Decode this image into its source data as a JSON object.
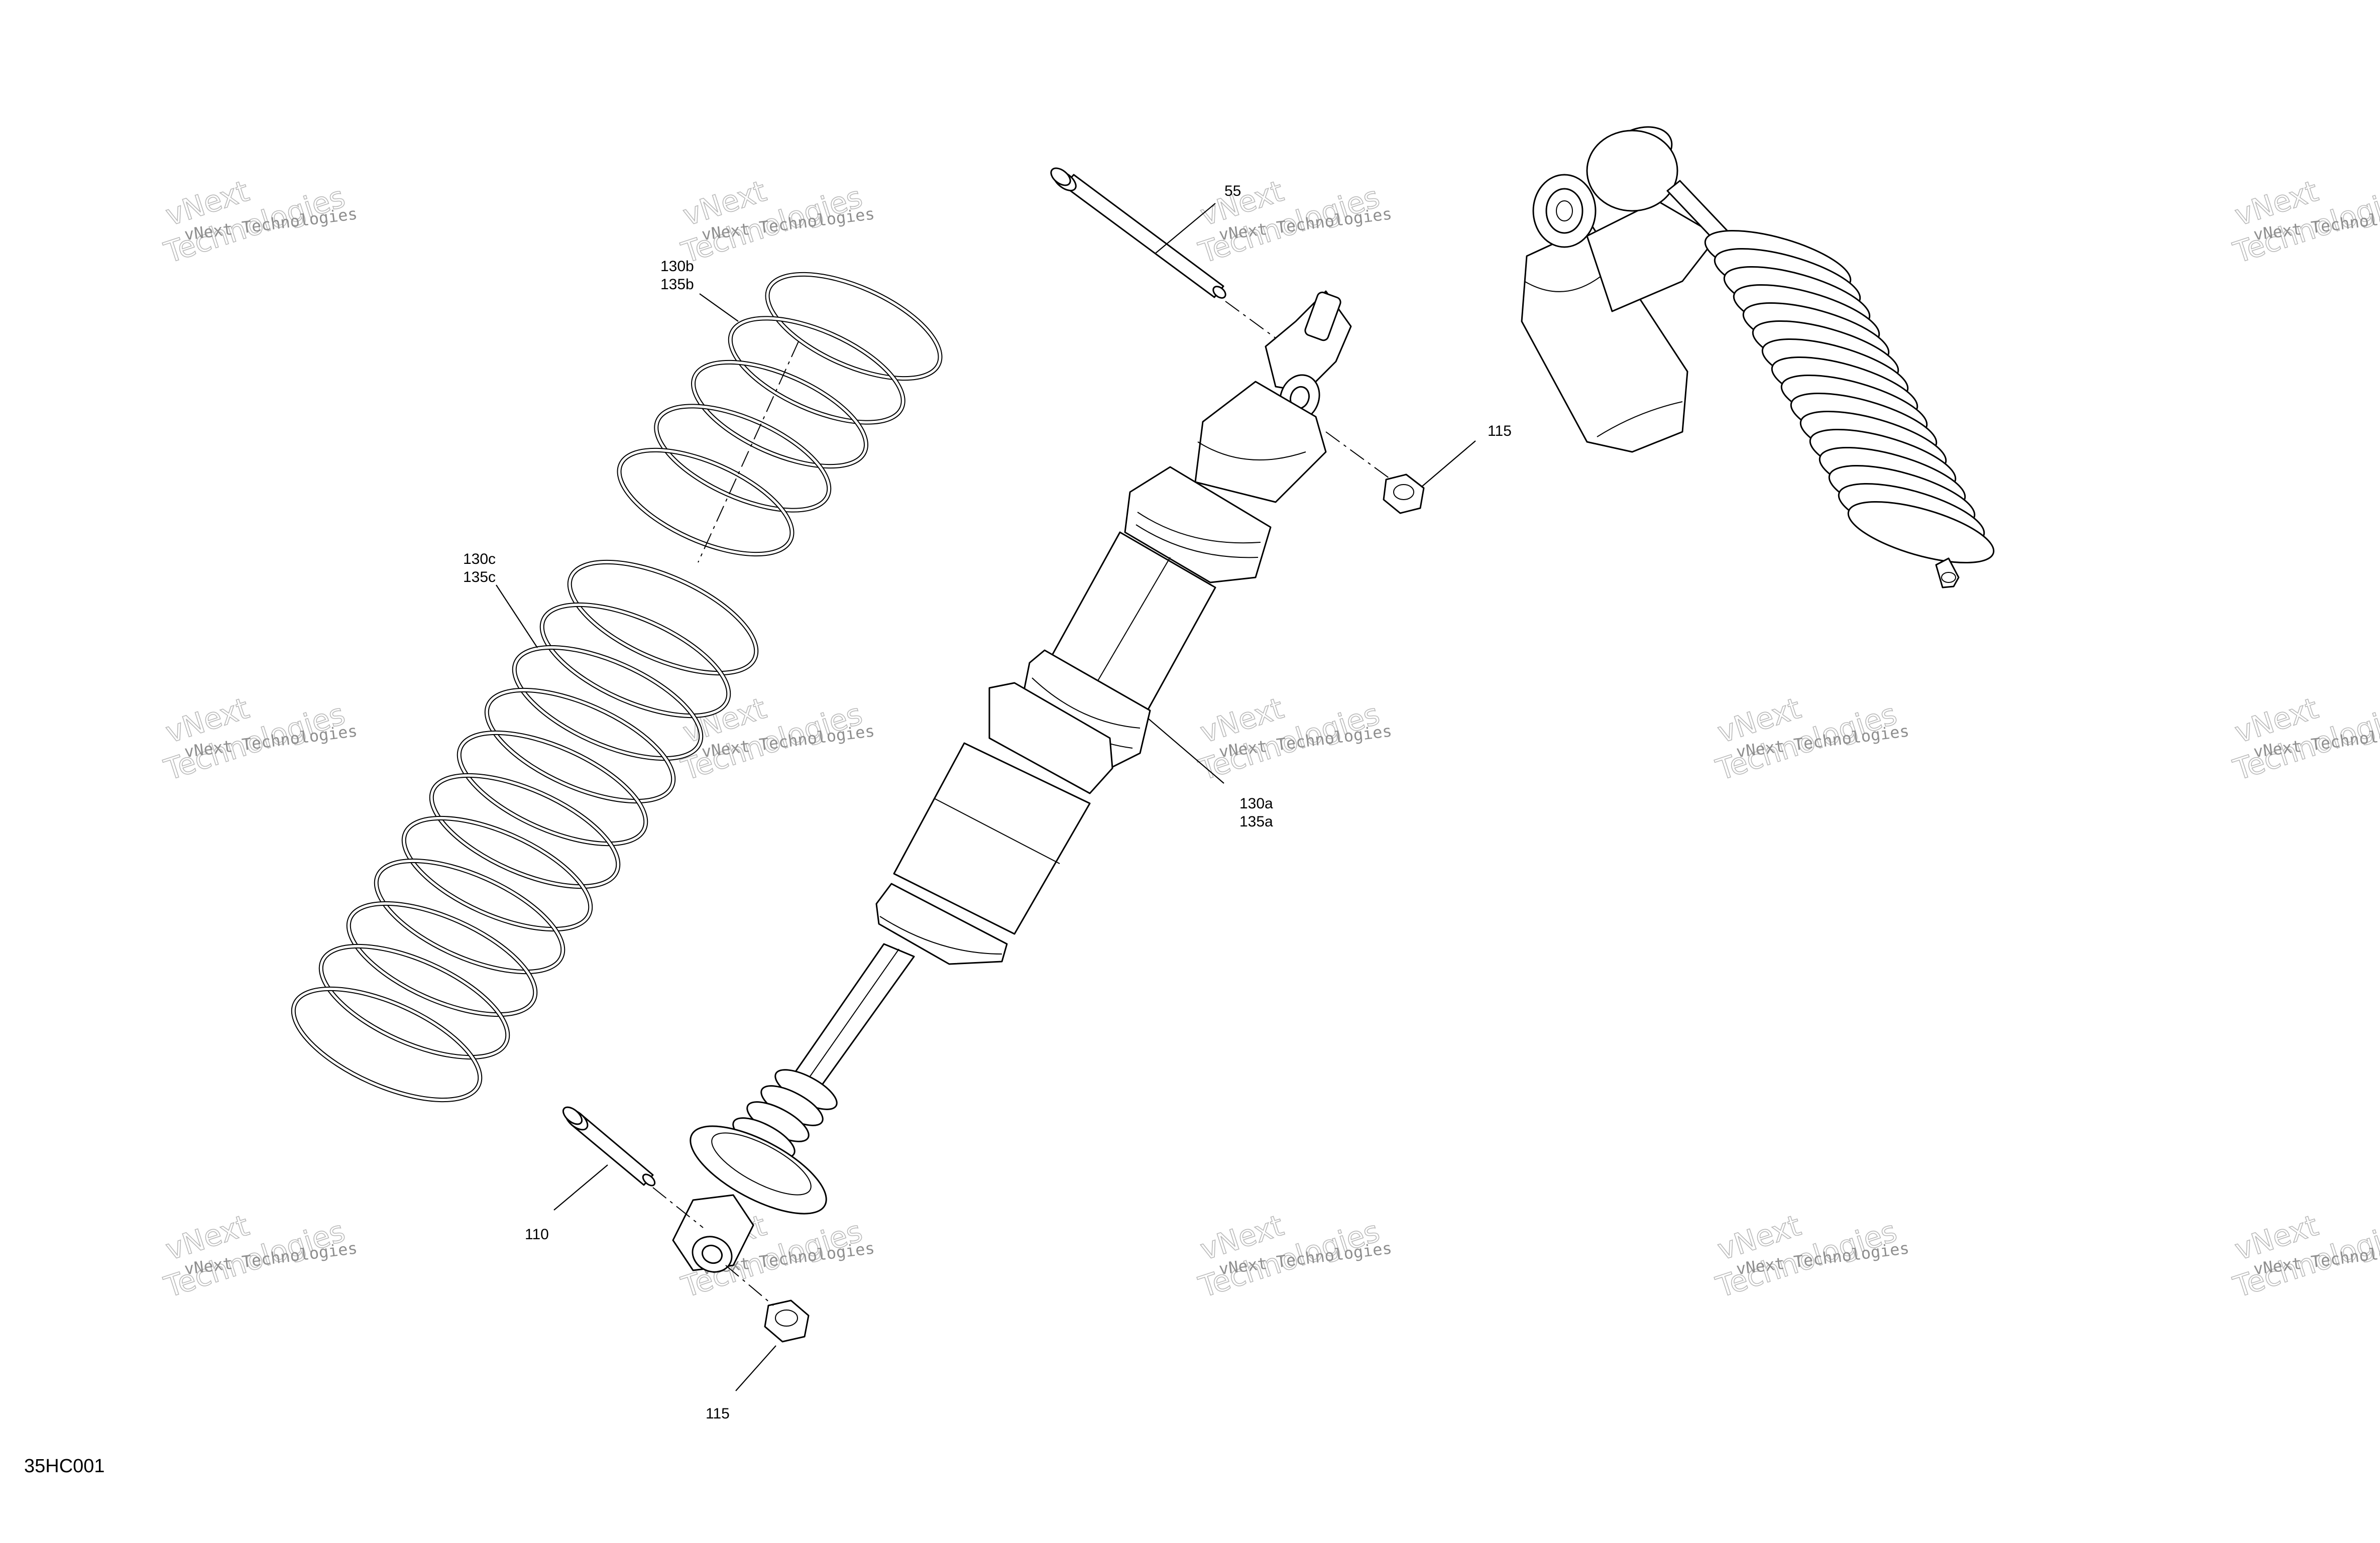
{
  "diagram_id": "35HC001",
  "callouts": [
    {
      "id": "c55",
      "label": "55"
    },
    {
      "id": "c115top",
      "label": "115"
    },
    {
      "id": "c130b",
      "label": "130b\n135b"
    },
    {
      "id": "c130c",
      "label": "130c\n135c"
    },
    {
      "id": "c130a",
      "label": "130a\n135a"
    },
    {
      "id": "c110",
      "label": "110"
    },
    {
      "id": "c115bot",
      "label": "115"
    }
  ],
  "watermark": {
    "line": "vNext Technologies",
    "logo_top": "vNext",
    "logo_bottom": "Technologies"
  }
}
